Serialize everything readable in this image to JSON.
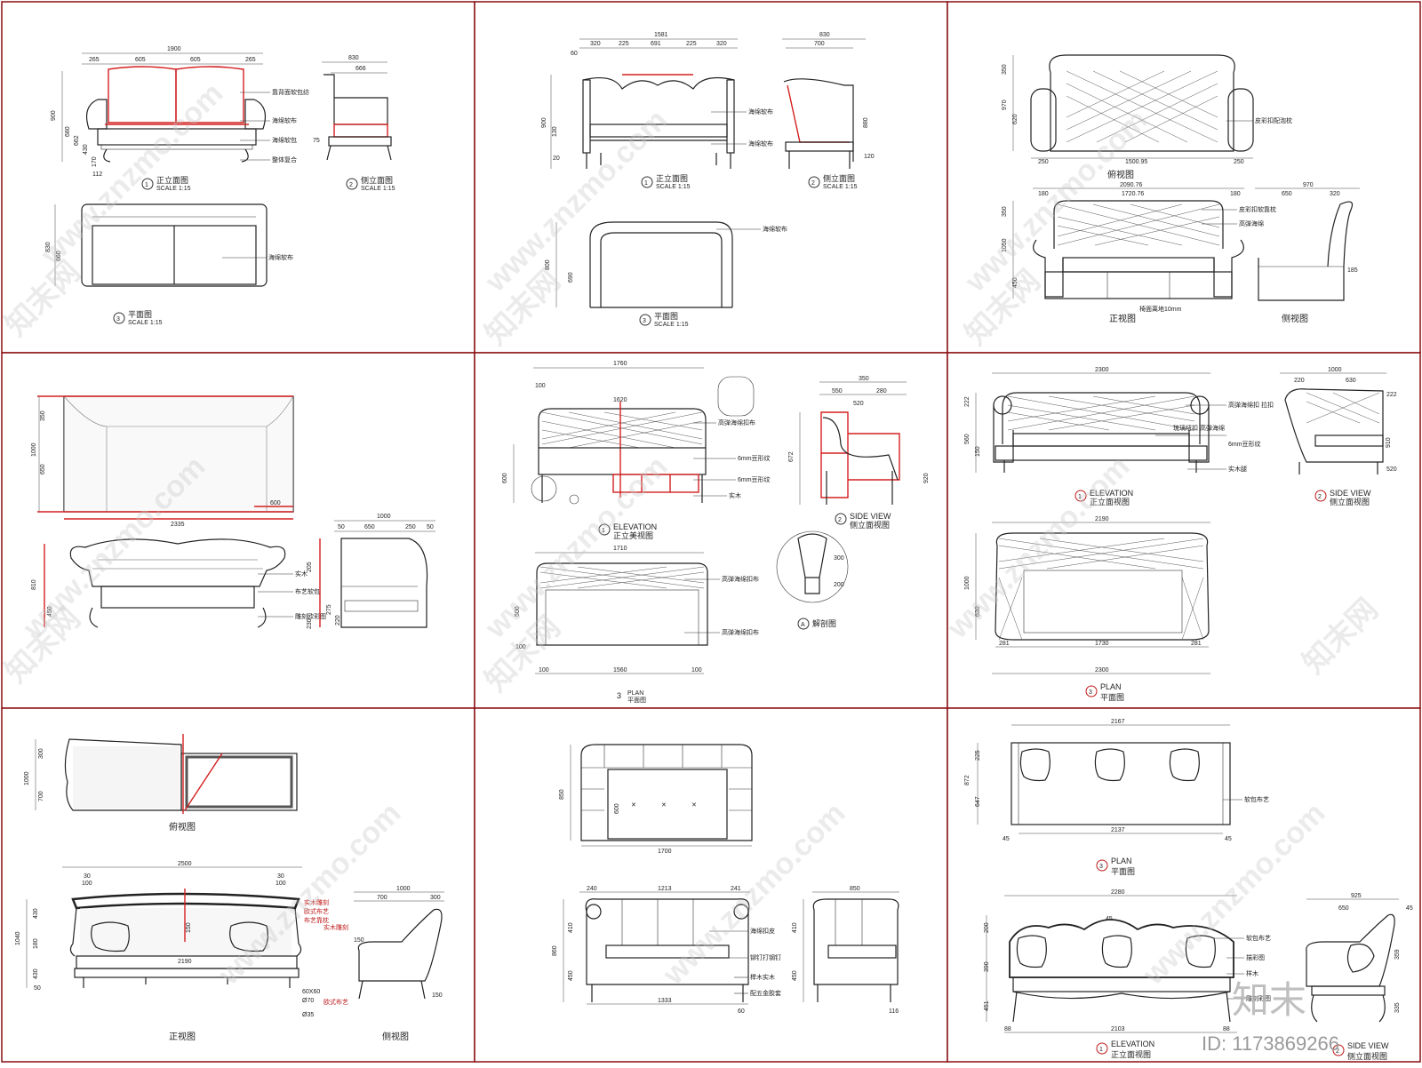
{
  "panels": [
    {
      "dims": [
        "1900",
        "265",
        "605",
        "605",
        "265",
        "900",
        "680",
        "662",
        "430",
        "170",
        "112"
      ],
      "notes": [
        "靠背面软包纺",
        "海绵软布",
        "海绵软包",
        "整体复合"
      ],
      "plan_dims": [
        "830",
        "660"
      ],
      "plan_note": "海绵软布",
      "side_dims": [
        "830",
        "666",
        "75"
      ],
      "captions": [
        {
          "no": "1",
          "title": "正立面图",
          "scale": "SCALE 1:15"
        },
        {
          "no": "2",
          "title": "侧立面图",
          "scale": "SCALE 1:15"
        },
        {
          "no": "3",
          "title": "平面图",
          "scale": "SCALE 1:15"
        }
      ]
    },
    {
      "dims": [
        "1581",
        "320",
        "225",
        "691",
        "225",
        "320",
        "60",
        "900",
        "130",
        "20",
        "830",
        "700",
        "880",
        "120",
        "800",
        "690"
      ],
      "notes": [
        "海绵软布",
        "海绵软布",
        "海绵软布"
      ],
      "captions": [
        {
          "no": "1",
          "title": "正立面图",
          "scale": "SCALE 1:15"
        },
        {
          "no": "2",
          "title": "侧立面图",
          "scale": "SCALE 1:15"
        },
        {
          "no": "3",
          "title": "平面图",
          "scale": "SCALE 1:15"
        }
      ]
    },
    {
      "dims": [
        "350",
        "970",
        "620",
        "250",
        "1500.95",
        "250",
        "2090.76",
        "180",
        "1720.76",
        "180",
        "970",
        "650",
        "320",
        "350",
        "1050",
        "450",
        "185"
      ],
      "notes": [
        "皮彩扣配泡枕",
        "皮彩扣软靠枕",
        "高弹海绵",
        "椅面离地10mm"
      ],
      "captions": [
        "俯视图",
        "正视图",
        "侧视图"
      ]
    },
    {
      "dims": [
        "350",
        "1000",
        "650",
        "2335",
        "600",
        "1000",
        "50",
        "650",
        "250",
        "50",
        "810",
        "450",
        "205",
        "275",
        "220",
        "230"
      ],
      "notes": [
        "实木",
        "布艺软包",
        "雕刻欧彩图"
      ]
    },
    {
      "dims": [
        "1760",
        "100",
        "1620",
        "600",
        "350",
        "550",
        "280",
        "520",
        "672",
        "920",
        "300",
        "200",
        "1710",
        "500",
        "1560",
        "100",
        "100",
        "100"
      ],
      "notes": [
        "高弹海绵扣布",
        "6mm豆形纹",
        "6mm豆形纹",
        "实木",
        "高弹海绵扣布",
        "高弹海绵扣布"
      ],
      "elev_no": "1",
      "elev_en": "ELEVATION",
      "elev_cn": "正立美视图",
      "side_no": "2",
      "side_en": "SIDE VIEW",
      "side_cn": "侧立面视图",
      "detail_no": "A",
      "detail_cn": "解剖图",
      "plan_no": "3",
      "plan_en": "PLAN",
      "plan_cn": "平面图"
    },
    {
      "dims": [
        "2300",
        "222",
        "560",
        "150",
        "1000",
        "220",
        "630",
        "910",
        "520",
        "2190",
        "1000",
        "630",
        "281",
        "1730",
        "281",
        "2300"
      ],
      "notes": [
        "高弹海绵扣 拉扣",
        "琉璃纽扣 高弹海绵",
        "6mm豆形纹",
        "实木腿"
      ],
      "elev_no": "1",
      "elev_en": "ELEVATION",
      "elev_cn": "正立面视图",
      "side_no": "2",
      "side_en": "SIDE VIEW",
      "side_cn": "侧立面视图",
      "plan_no": "3",
      "plan_en": "PLAN",
      "plan_cn": "平面图"
    },
    {
      "dims": [
        "300",
        "1000",
        "700",
        "2500",
        "30",
        "100",
        "30",
        "100",
        "1040",
        "430",
        "180",
        "430",
        "50",
        "1000",
        "700",
        "300",
        "150",
        "150",
        "60X60",
        "Ø70",
        "Ø35",
        "2190"
      ],
      "notes": [
        "实木雕刻",
        "欧式布艺",
        "布艺靠枕",
        "欧式布艺",
        "实木雕刻"
      ],
      "captions": [
        "俯视图",
        "正视图",
        "侧视图"
      ]
    },
    {
      "dims": [
        "850",
        "600",
        "1700",
        "240",
        "1213",
        "241",
        "850",
        "410",
        "860",
        "450",
        "1333",
        "60",
        "410",
        "450",
        "116"
      ],
      "notes": [
        "海绵扣皮",
        "铆钉打钢钉",
        "榉木实木",
        "配五金胶套"
      ]
    },
    {
      "dims": [
        "2167",
        "225",
        "872",
        "647",
        "2137",
        "45",
        "45",
        "2280",
        "45",
        "200",
        "390",
        "451",
        "88",
        "2103",
        "88",
        "925",
        "650",
        "359",
        "335",
        "45"
      ],
      "notes": [
        "软包布艺",
        "软包布艺",
        "描彩图",
        "样木",
        "雕刻彩图"
      ],
      "plan_no": "3",
      "plan_en": "PLAN",
      "plan_cn": "平面图",
      "elev_no": "1",
      "elev_en": "ELEVATION",
      "elev_cn": "正立面视图",
      "side_no": "2",
      "side_en": "SIDE VIEW",
      "side_cn": "侧立面视图"
    }
  ],
  "watermark": "www.znzmo.com",
  "watermark_cn": "知末网",
  "logo": "知末",
  "id_label": "ID: 1173869266"
}
